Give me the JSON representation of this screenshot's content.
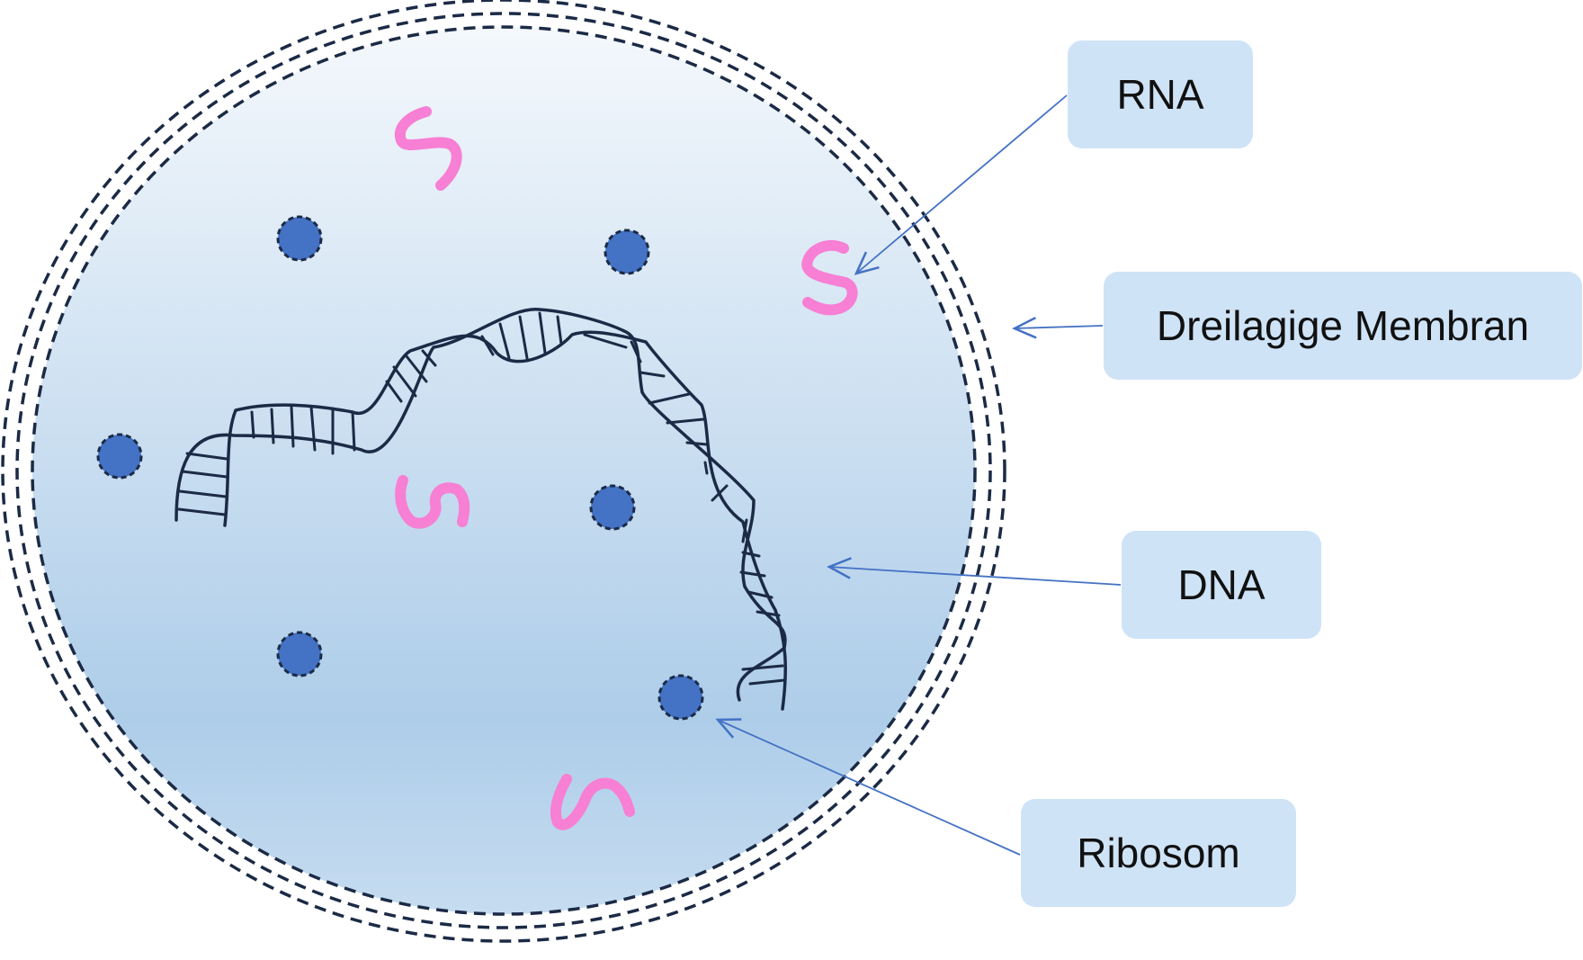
{
  "labels": {
    "rna": "RNA",
    "membrane": "Dreilagige Membran",
    "dna": "DNA",
    "ribosome": "Ribosom"
  },
  "colors": {
    "cell_fill_top": "#f4f8fc",
    "cell_fill_bottom": "#aecde9",
    "membrane_stroke": "#1b2a45",
    "ribosome_fill": "#4472c4",
    "rna_color": "#f77fd4",
    "dna_color": "#1b2a45",
    "arrow_color": "#4472c4",
    "label_bg": "#cfe3f7"
  },
  "icons": {
    "ribosome": "ribosome-icon",
    "rna": "rna-strand-icon",
    "dna": "dna-double-helix-icon",
    "membrane": "triple-membrane-icon"
  }
}
